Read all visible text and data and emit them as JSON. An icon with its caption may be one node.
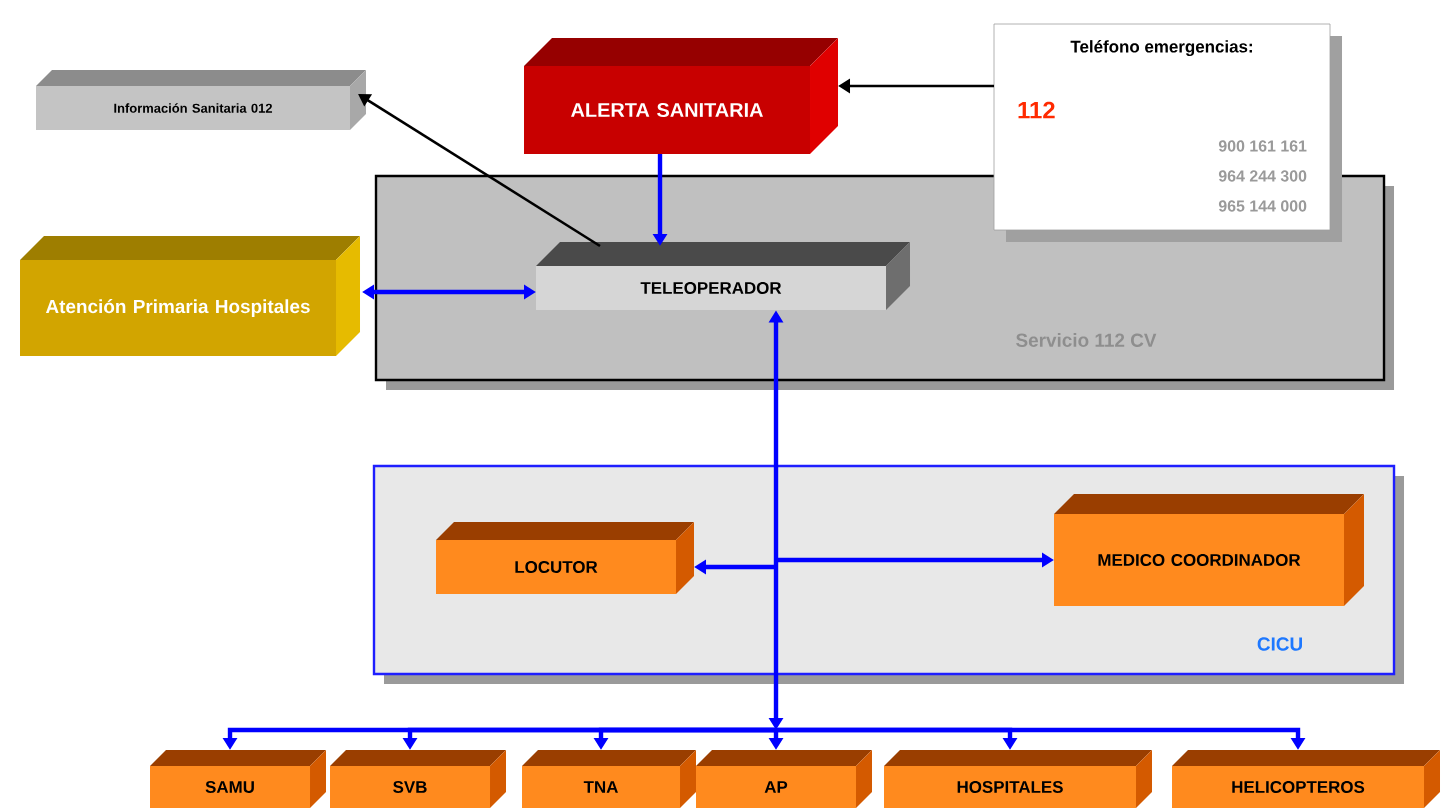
{
  "diagram": {
    "nodes": [
      {
        "text": [
          "Servicio 112 CV"
        ]
      },
      {
        "text": [
          "Información Sanitaria 012"
        ]
      },
      {
        "text": [
          "ALERTA SANITARIA"
        ]
      },
      {
        "text": [
          "Teléfono emergencias:",
          "112",
          "900 161 161",
          "964 244 300",
          "965 144 000"
        ]
      },
      {
        "text": [
          "Atención Primaria Hospitales"
        ]
      },
      {
        "text": [
          "TELEOPERADOR"
        ],
        "in": 0
      },
      {
        "text": [
          "CICU"
        ]
      },
      {
        "text": [
          "LOCUTOR"
        ],
        "in": 6
      },
      {
        "text": [
          "MEDICO COORDINADOR"
        ],
        "in": 6
      },
      {
        "text": [
          "SAMU"
        ]
      },
      {
        "text": [
          "SVB"
        ]
      },
      {
        "text": [
          "TNA"
        ]
      },
      {
        "text": [
          "AP"
        ]
      },
      {
        "text": [
          "HOSPITALES"
        ]
      },
      {
        "text": [
          "HELICOPTEROS"
        ]
      }
    ],
    "edges": [
      {
        "from": 3,
        "to": 2,
        "arrow": "to",
        "color": "#000000"
      },
      {
        "from": 2,
        "to": 5,
        "arrow": "to"
      },
      {
        "from": 5,
        "to": 1,
        "arrow": "to",
        "color": "#000000"
      },
      {
        "from": 4,
        "to": 5,
        "arrow": "both"
      },
      {
        "from": 5,
        "to": 7,
        "arrow": "both"
      },
      {
        "from": 5,
        "to": 8,
        "arrow": "both"
      },
      {
        "from": 5,
        "to": 9,
        "arrow": "both"
      },
      {
        "from": 5,
        "to": 10,
        "arrow": "both"
      },
      {
        "from": 5,
        "to": 11,
        "arrow": "both"
      },
      {
        "from": 5,
        "to": 12,
        "arrow": "both"
      },
      {
        "from": 5,
        "to": 13,
        "arrow": "both"
      },
      {
        "from": 5,
        "to": 14,
        "arrow": "both"
      }
    ]
  }
}
